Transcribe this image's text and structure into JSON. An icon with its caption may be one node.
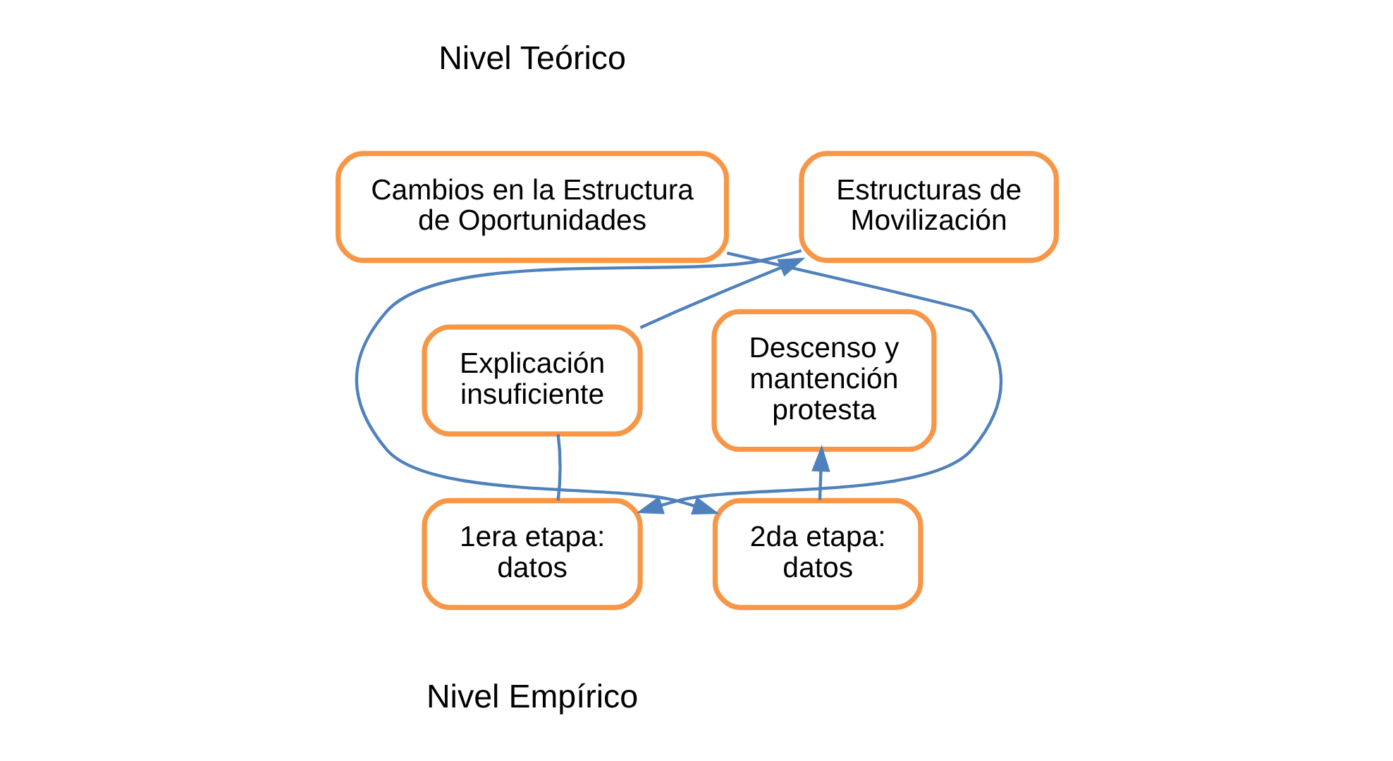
{
  "diagram": {
    "nodes": [
      {
        "text": [
          "Cambios en la Estructura de Oportunidades"
        ]
      },
      {
        "text": [
          "Estructuras de Movilización"
        ]
      },
      {
        "text": [
          "Explicación insuficiente"
        ]
      },
      {
        "text": [
          "Descenso y mantención protesta"
        ]
      },
      {
        "text": [
          "1era etapa: datos"
        ]
      },
      {
        "text": [
          "2da etapa: datos"
        ]
      }
    ],
    "edges": [
      {
        "from": 0,
        "to": 4,
        "arrow": "to"
      },
      {
        "from": 4,
        "to": 2,
        "arrow": "none"
      },
      {
        "from": 2,
        "to": 1,
        "arrow": "to"
      },
      {
        "from": 1,
        "to": 5,
        "arrow": "to"
      },
      {
        "from": 5,
        "to": 3,
        "arrow": "to"
      }
    ],
    "labels": [
      "Nivel Teórico",
      "Nivel Empírico"
    ]
  }
}
